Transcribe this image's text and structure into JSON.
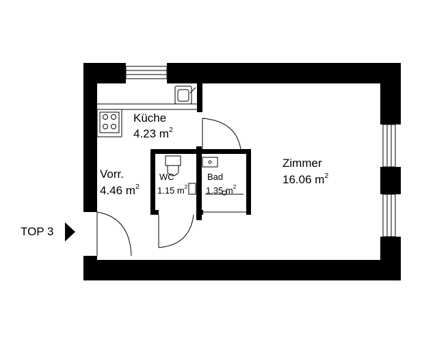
{
  "rooms": {
    "kueche": {
      "name": "Küche",
      "area": "4.23 m",
      "exp": "2"
    },
    "vorr": {
      "name": "Vorr.",
      "area": "4.46 m",
      "exp": "2"
    },
    "wc": {
      "name": "WC",
      "area": "1.15 m",
      "exp": "2"
    },
    "bad": {
      "name": "Bad",
      "area": "1.35 m",
      "exp": "2"
    },
    "zimmer": {
      "name": "Zimmer",
      "area": "16.06 m",
      "exp": "2"
    }
  },
  "unit": {
    "label": "TOP 3"
  }
}
